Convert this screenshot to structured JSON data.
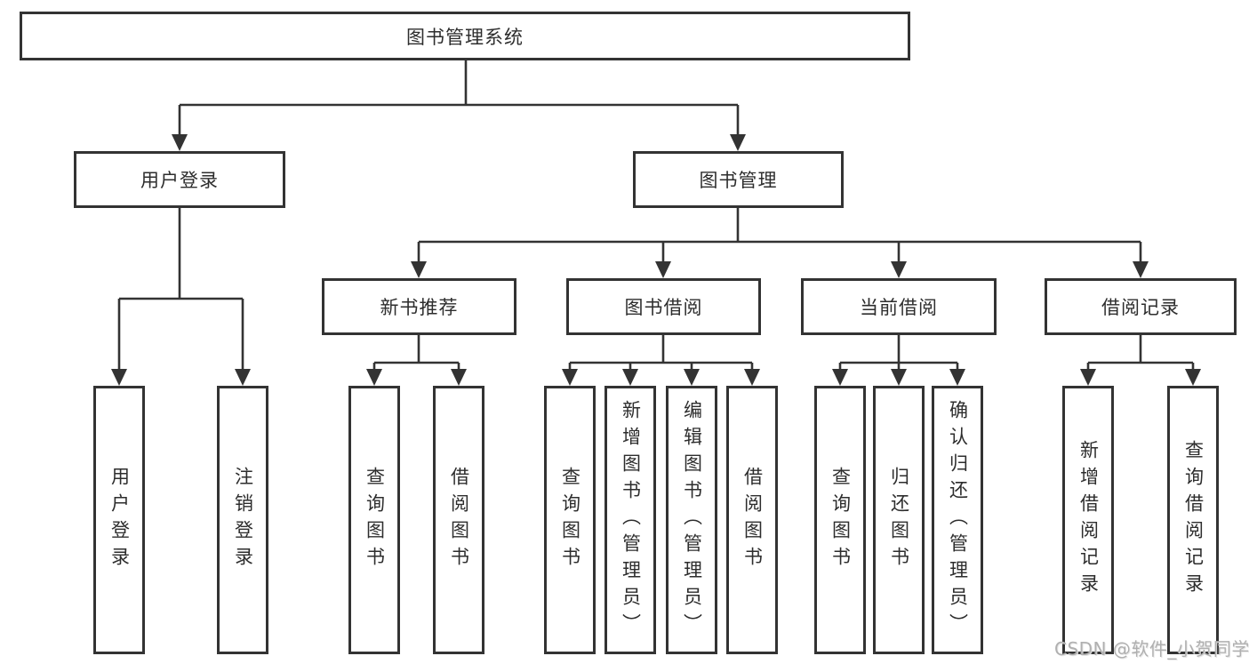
{
  "colors": {
    "line": "#333333",
    "node_border": "#333333",
    "node_text": "#2d2d2d",
    "background": "#ffffff",
    "watermark": "#b0b0b0"
  },
  "watermark": {
    "text": "CSDN @软件_小贺同学"
  },
  "tree": {
    "label": "图书管理系统",
    "children": [
      {
        "label": "用户登录",
        "children": [
          {
            "label": "用户登录"
          },
          {
            "label": "注销登录"
          }
        ]
      },
      {
        "label": "图书管理",
        "children": [
          {
            "label": "新书推荐",
            "children": [
              {
                "label": "查询图书"
              },
              {
                "label": "借阅图书"
              }
            ]
          },
          {
            "label": "图书借阅",
            "children": [
              {
                "label": "查询图书"
              },
              {
                "label": "新增图书（管理员）"
              },
              {
                "label": "编辑图书（管理员）"
              },
              {
                "label": "借阅图书"
              }
            ]
          },
          {
            "label": "当前借阅",
            "children": [
              {
                "label": "查询图书"
              },
              {
                "label": "归还图书"
              },
              {
                "label": "确认归还（管理员）"
              }
            ]
          },
          {
            "label": "借阅记录",
            "children": [
              {
                "label": "新增借阅记录"
              },
              {
                "label": "查询借阅记录"
              }
            ]
          }
        ]
      }
    ]
  }
}
